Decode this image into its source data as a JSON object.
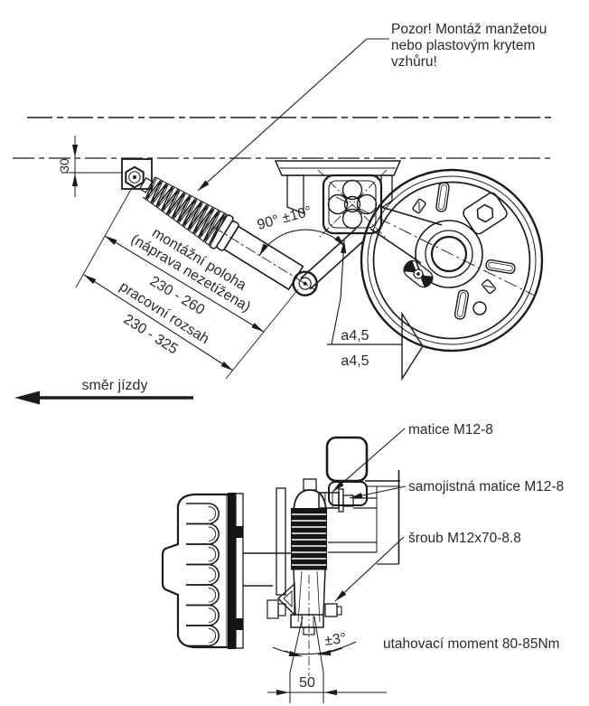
{
  "upper_view": {
    "warning_note": {
      "line1": "Pozor! Montáž manžetou",
      "line2": "nebo plastovým krytem",
      "line3": "vzhůru!"
    },
    "angle_label": "90° ±10°",
    "offset_dim": "30",
    "weld_symbol": {
      "top": "a4,5",
      "bottom": "a4,5"
    },
    "mounting_dim": {
      "line1": "montážní poloha",
      "line2": "(náprava nezetížena)",
      "range": "230 - 260"
    },
    "working_dim": {
      "line1": "pracovní rozsah",
      "range": "230 - 325"
    },
    "direction_label": "směr jízdy"
  },
  "lower_view": {
    "nut_label": "matice M12-8",
    "locknut_label": "samojistná matice M12-8",
    "bolt_label": "šroub M12x70-8.8",
    "torque_label": "utahovací moment 80-85Nm",
    "angle_tolerance": "±3°",
    "width_dim": "50"
  },
  "colors": {
    "line": "#1b1b1e",
    "text": "#2a2a2e"
  }
}
